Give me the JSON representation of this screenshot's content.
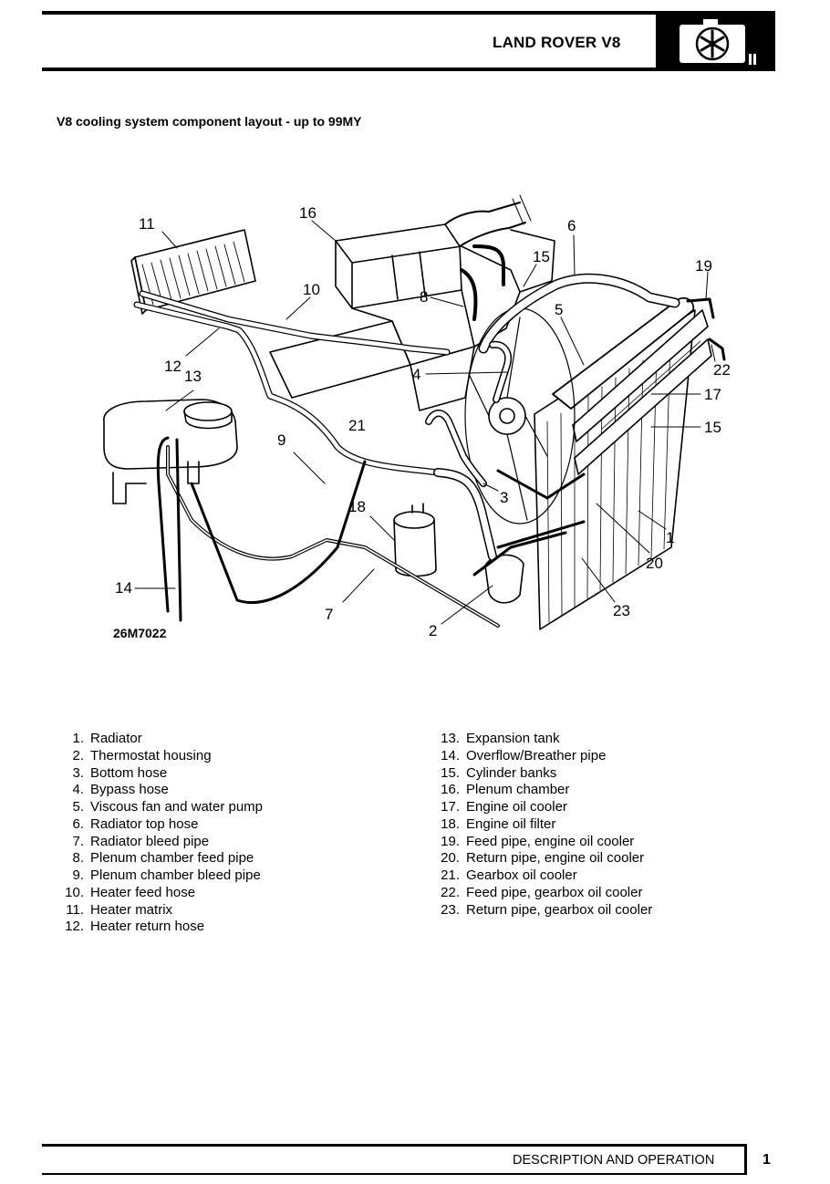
{
  "header": {
    "title": "LAND ROVER V8",
    "icon": "cooling-fan-icon"
  },
  "section_title": "V8 cooling system component layout - up to 99MY",
  "figure": {
    "id": "26M7022",
    "callouts": [
      "11",
      "16",
      "6",
      "15",
      "19",
      "10",
      "8",
      "5",
      "12",
      "13",
      "4",
      "22",
      "17",
      "21",
      "15",
      "9",
      "3",
      "18",
      "14",
      "1",
      "20",
      "7",
      "23",
      "2"
    ]
  },
  "legend": {
    "left": [
      {
        "num": "1.",
        "text": "Radiator"
      },
      {
        "num": "2.",
        "text": "Thermostat housing"
      },
      {
        "num": "3.",
        "text": "Bottom hose"
      },
      {
        "num": "4.",
        "text": "Bypass hose"
      },
      {
        "num": "5.",
        "text": "Viscous fan and water pump"
      },
      {
        "num": "6.",
        "text": "Radiator top hose"
      },
      {
        "num": "7.",
        "text": "Radiator bleed pipe"
      },
      {
        "num": "8.",
        "text": "Plenum chamber feed pipe"
      },
      {
        "num": "9.",
        "text": "Plenum chamber bleed pipe"
      },
      {
        "num": "10.",
        "text": "Heater feed hose"
      },
      {
        "num": "11.",
        "text": "Heater matrix"
      },
      {
        "num": "12.",
        "text": "Heater return hose"
      }
    ],
    "right": [
      {
        "num": "13.",
        "text": "Expansion tank"
      },
      {
        "num": "14.",
        "text": "Overflow/Breather pipe"
      },
      {
        "num": "15.",
        "text": "Cylinder banks"
      },
      {
        "num": "16.",
        "text": "Plenum chamber"
      },
      {
        "num": "17.",
        "text": "Engine oil cooler"
      },
      {
        "num": "18.",
        "text": "Engine oil filter"
      },
      {
        "num": "19.",
        "text": "Feed pipe, engine oil cooler"
      },
      {
        "num": "20.",
        "text": "Return pipe, engine oil cooler"
      },
      {
        "num": "21.",
        "text": "Gearbox oil cooler"
      },
      {
        "num": "22.",
        "text": "Feed pipe, gearbox oil cooler"
      },
      {
        "num": "23.",
        "text": "Return pipe, gearbox oil cooler"
      }
    ]
  },
  "footer": {
    "section": "DESCRIPTION AND OPERATION",
    "page": "1"
  }
}
